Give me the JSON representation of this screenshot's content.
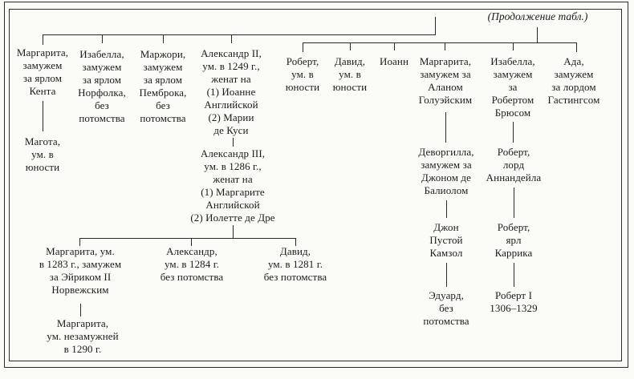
{
  "page": {
    "continuation_label": "(Продолжение табл.)"
  },
  "colors": {
    "ink": "#1c1c1c",
    "line": "#2b2b2b",
    "paper": "#fbfbf7"
  },
  "tree": {
    "gen1_left": [
      {
        "id": "margarita-kent",
        "text": "Маргарита,\nзамужем\nза ярлом\nКента"
      },
      {
        "id": "izabella-norfolk",
        "text": "Изабелла,\nзамужем\nза ярлом\nНорфолка,\nбез\nпотомства"
      },
      {
        "id": "marzhori-pembroke",
        "text": "Маржори,\nзамужем\nза ярлом\nПемброка,\nбез\nпотомства"
      },
      {
        "id": "alexander-ii",
        "text": "Александр II,\nум. в 1249 г.,\nженат на\n(1) Иоанне\nАнглийской\n(2) Марии\nде Куси"
      }
    ],
    "gen1_right": [
      {
        "id": "robert-yunost",
        "text": "Роберт,\nум. в\nюности"
      },
      {
        "id": "david-yunost",
        "text": "Давид,\nум. в\nюности"
      },
      {
        "id": "ioann",
        "text": "Иоанн"
      },
      {
        "id": "margarita-galloway",
        "text": "Маргарита,\nзамужем за\nАланом\nГолуэйским"
      },
      {
        "id": "izabella-bruce",
        "text": "Изабелла,\nзамужем\nза\nРобертом\nБрюсом"
      },
      {
        "id": "ada-hastings",
        "text": "Ада,\nзамужем\nза лордом\nГастингсом"
      }
    ],
    "magota": {
      "text": "Магота,\nум. в\nюности"
    },
    "alexander_iii": {
      "text": "Александр III,\nум. в 1286 г.,\nженат на\n(1) Маргарите\nАнглийской\n(2) Иолетте де Дре"
    },
    "gen3": [
      {
        "id": "margarita-1283",
        "text": "Маргарита, ум.\nв 1283 г., замужем\nза Эйриком II\nНорвежским"
      },
      {
        "id": "alexander-1284",
        "text": "Александр,\nум. в 1284 г.\nбез потомства"
      },
      {
        "id": "david-1281",
        "text": "Давид,\nум. в 1281 г.\nбез потомства"
      }
    ],
    "margarita_1290": {
      "text": "Маргарита,\nум. незамужней\nв 1290 г."
    },
    "balliol_chain": [
      {
        "id": "devorgilla",
        "text": "Деворгилла,\nзамужем за\nДжоном де\nБалиолом"
      },
      {
        "id": "john-balliol",
        "text": "Джон\nПустой\nКамзол"
      },
      {
        "id": "eduard",
        "text": "Эдуард,\nбез\nпотомства"
      }
    ],
    "bruce_chain": [
      {
        "id": "robert-annandale",
        "text": "Роберт,\nлорд\nАннандейла"
      },
      {
        "id": "robert-carrick",
        "text": "Роберт,\nярл\nКаррика"
      },
      {
        "id": "robert-i",
        "text": "Роберт I\n1306–1329"
      }
    ]
  }
}
